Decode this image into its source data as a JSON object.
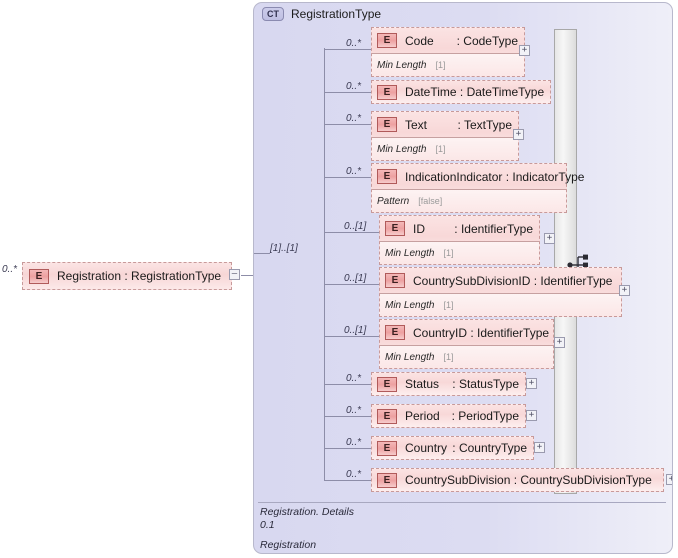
{
  "root": {
    "occurrence": "0..*",
    "badge": "E",
    "label": "Registration : RegistrationType",
    "collapse": "–"
  },
  "complex_type": {
    "badge": "CT",
    "title": "RegistrationType",
    "compositor": "sequence",
    "compositor_occurrence": "[1]..[1]",
    "annotation_detail": "Registration. Details",
    "annotation_version": "0.1",
    "annotation_name": "Registration"
  },
  "colors": {
    "element_fill": "#f8d8d8",
    "element_border": "#c89a9a",
    "container_fill": "#dcdcf2",
    "container_border": "#b8b8cc",
    "badge_fill": "#eda0a0",
    "line": "#8d8da8"
  },
  "particles": [
    {
      "occurrence": "0..*",
      "badge": "E",
      "name": "Code",
      "type": ": CodeType",
      "facet_name": "Min Length",
      "facet_value": "[1]",
      "expander": "+"
    },
    {
      "occurrence": "0..*",
      "badge": "E",
      "name": "DateTime : DateTimeType",
      "type": "",
      "facet_name": "",
      "facet_value": "",
      "expander": ""
    },
    {
      "occurrence": "0..*",
      "badge": "E",
      "name": "Text",
      "type": ": TextType",
      "facet_name": "Min Length",
      "facet_value": "[1]",
      "expander": "+"
    },
    {
      "occurrence": "0..*",
      "badge": "E",
      "name": "IndicationIndicator : IndicatorType",
      "type": "",
      "facet_name": "Pattern",
      "facet_value": "[false]",
      "expander": ""
    },
    {
      "occurrence": "0..[1]",
      "badge": "E",
      "name": "ID",
      "type": ": IdentifierType",
      "facet_name": "Min Length",
      "facet_value": "[1]",
      "expander": "+"
    },
    {
      "occurrence": "0..[1]",
      "badge": "E",
      "name": "CountrySubDivisionID : IdentifierType",
      "type": "",
      "facet_name": "Min Length",
      "facet_value": "[1]",
      "expander": "+"
    },
    {
      "occurrence": "0..[1]",
      "badge": "E",
      "name": "CountryID : IdentifierType",
      "type": "",
      "facet_name": "Min Length",
      "facet_value": "[1]",
      "expander": "+"
    },
    {
      "occurrence": "0..*",
      "badge": "E",
      "name": "Status",
      "type": ": StatusType",
      "facet_name": "",
      "facet_value": "",
      "expander": "+"
    },
    {
      "occurrence": "0..*",
      "badge": "E",
      "name": "Period",
      "type": ": PeriodType",
      "facet_name": "",
      "facet_value": "",
      "expander": "+"
    },
    {
      "occurrence": "0..*",
      "badge": "E",
      "name": "Country",
      "type": ": CountryType",
      "facet_name": "",
      "facet_value": "",
      "expander": "+"
    },
    {
      "occurrence": "0..*",
      "badge": "E",
      "name": "CountrySubDivision : CountrySubDivisionType",
      "type": "",
      "facet_name": "",
      "facet_value": "",
      "expander": "+"
    }
  ]
}
